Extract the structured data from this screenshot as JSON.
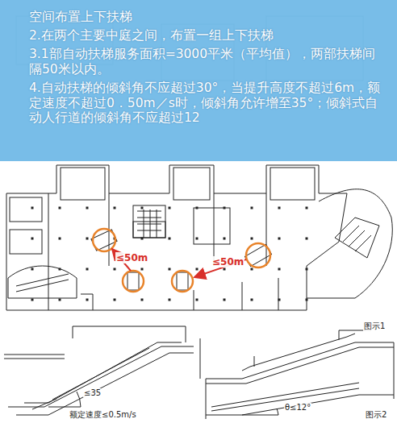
{
  "diagram": {
    "nodes": [
      {
        "text": [
          "空间布置上下扶梯",
          "2.在两个主要中庭之间，布置一组上下扶梯",
          "3.1部自动扶梯服务面积=3000平米（平均值），两部扶梯间隔50米以内。",
          "4.自动扶梯的倾斜角不应超过30°，当提升高度不超过6m，额定速度不超过0．50m／s时，倾斜角允许增至35°；倾斜式自动人行道的倾斜角不应超过12"
        ]
      }
    ],
    "labels": [
      "≤50m",
      "≤50m",
      "≤35",
      "额定速度≤0.5m/s",
      "图示1",
      "θ≤12°",
      "图示2"
    ]
  }
}
